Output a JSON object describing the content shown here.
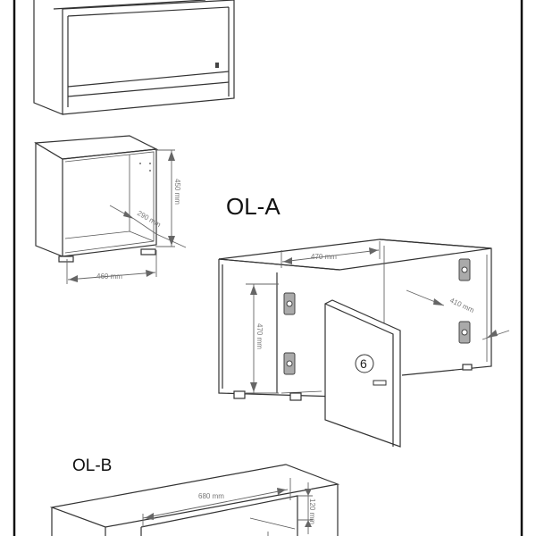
{
  "drawing": {
    "cabinet_small": {
      "height_label": "450 mm",
      "depth_label": "290 mm",
      "width_label": "460 mm"
    },
    "ol_a": {
      "title": "OL-A",
      "width_label": "470 mm",
      "height_label": "470 mm",
      "depth_label": "410 mm",
      "part_number": "6"
    },
    "ol_b": {
      "title": "OL-B",
      "width_label": "680 mm",
      "height_label": "120 mm"
    }
  }
}
